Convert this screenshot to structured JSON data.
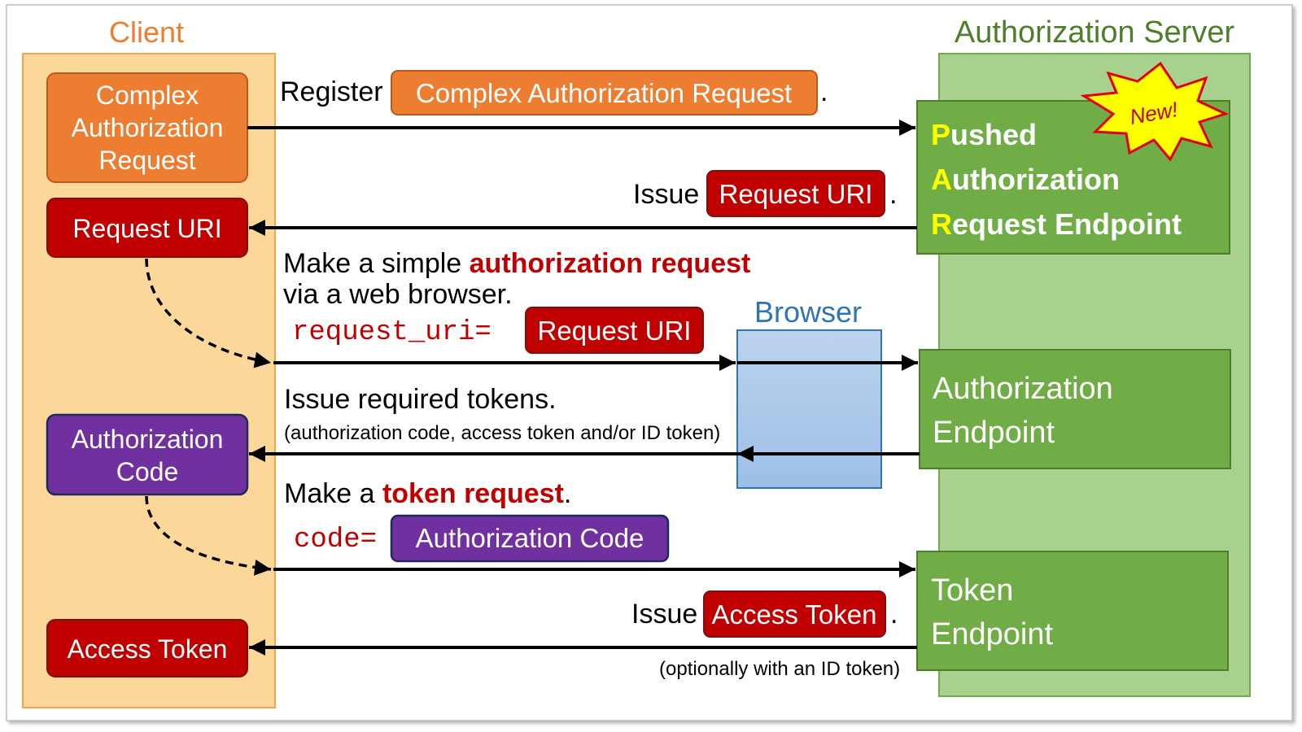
{
  "client": {
    "title": "Client",
    "complex_request_lines": [
      "Complex",
      "Authorization",
      "Request"
    ],
    "request_uri": "Request URI",
    "authorization_code_lines": [
      "Authorization",
      "Code"
    ],
    "access_token": "Access Token"
  },
  "server": {
    "title": "Authorization Server",
    "par_endpoint": {
      "lines": [
        {
          "initial": "P",
          "rest": "ushed"
        },
        {
          "initial": "A",
          "rest": "uthorization"
        },
        {
          "initial": "R",
          "rest": "equest Endpoint"
        }
      ]
    },
    "new_badge": "New!",
    "authorization_endpoint_lines": [
      "Authorization",
      "Endpoint"
    ],
    "token_endpoint_lines": [
      "Token",
      "Endpoint"
    ]
  },
  "browser": {
    "title": "Browser"
  },
  "messages": {
    "register": {
      "prefix": "Register",
      "chip": "Complex Authorization Request",
      "suffix": "."
    },
    "issue_uri": {
      "prefix": "Issue",
      "chip": "Request URI",
      "suffix": "."
    },
    "auth_request": {
      "line1_prefix": "Make a simple ",
      "line1_emphasis": "authorization request",
      "line2": "via a web browser.",
      "param": "request_uri=",
      "chip": "Request URI"
    },
    "issue_tokens": {
      "line1": "Issue required tokens.",
      "line2": "(authorization code, access token and/or ID token)"
    },
    "token_request": {
      "prefix": "Make a ",
      "emphasis": "token request",
      "suffix": ".",
      "param": "code=",
      "chip": "Authorization Code"
    },
    "issue_access_token": {
      "prefix": "Issue",
      "chip": "Access Token",
      "suffix": ".",
      "note": "(optionally with an ID token)"
    }
  },
  "colors": {
    "client_orange": "#ed7d31",
    "client_panel": "#fbd89a",
    "server_green": "#70ad47",
    "server_panel": "#a9d18e",
    "server_title": "#4e7d2b",
    "request_red": "#c00000",
    "auth_code_purple": "#7030a0",
    "browser_blue": "#2e75b6",
    "highlight_yellow": "#ffff00"
  }
}
